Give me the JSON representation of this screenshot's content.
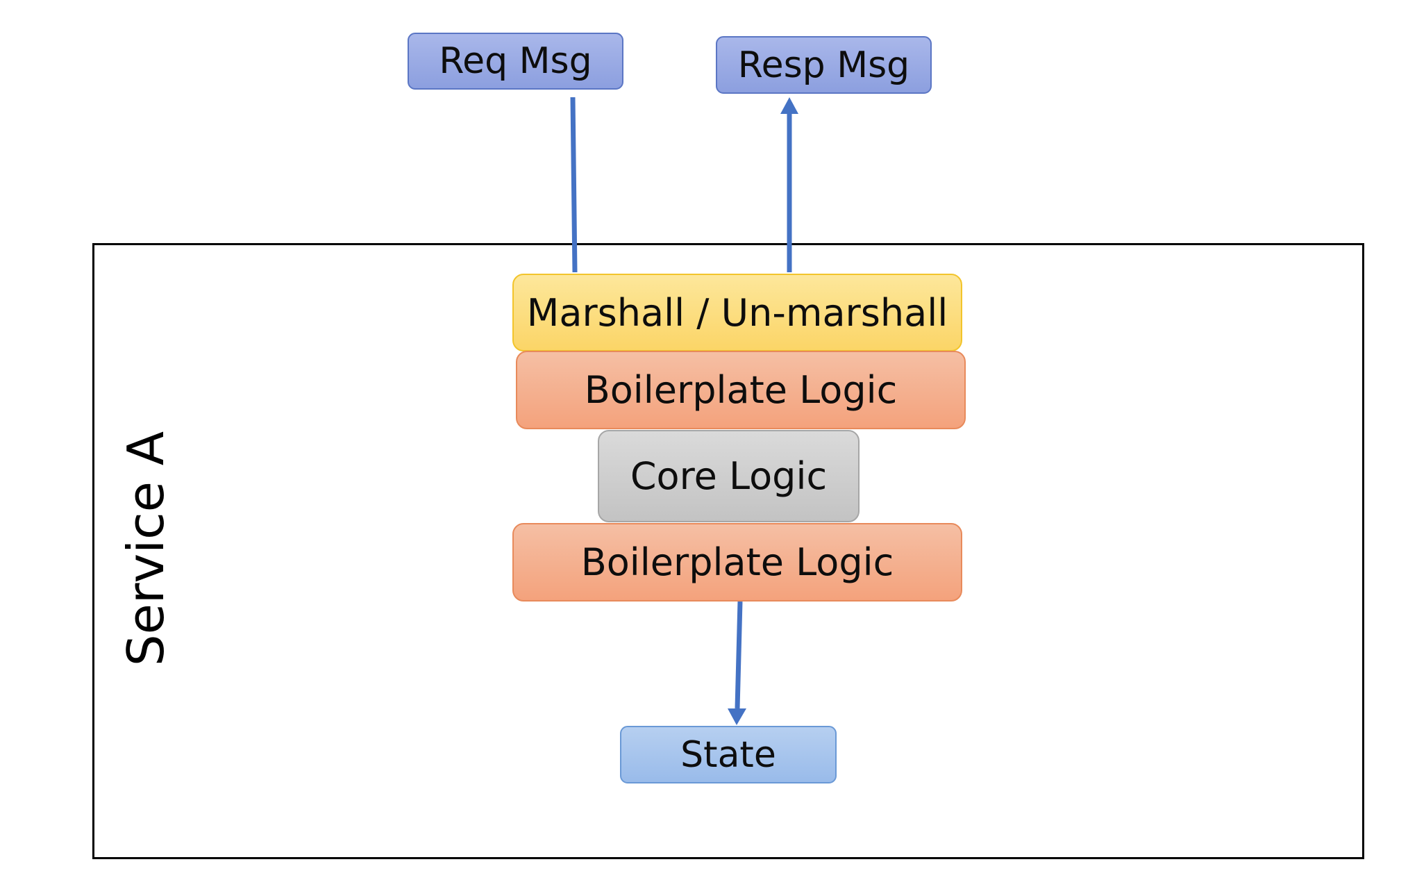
{
  "diagram": {
    "nodes": {
      "req_msg": "Req Msg",
      "resp_msg": "Resp Msg",
      "marshall": "Marshall / Un-marshall",
      "boilerplate_top": "Boilerplate Logic",
      "core": "Core Logic",
      "boilerplate_bottom": "Boilerplate Logic",
      "state": "State"
    },
    "container_label": "Service A",
    "edges": [
      {
        "from": "Req Msg",
        "to": "Marshall / Un-marshall",
        "arrow": false
      },
      {
        "from": "Marshall / Un-marshall",
        "to": "Resp Msg",
        "arrow": true
      },
      {
        "from": "Boilerplate Logic",
        "to": "State",
        "arrow": true
      }
    ],
    "colors": {
      "connector": "#4472c4",
      "message_box": "#8fa2df",
      "marshall_box": "#fcd86e",
      "boilerplate_box": "#f4ad8a",
      "core_box": "#c9c9c9",
      "state_box": "#a1c0eb",
      "container_border": "#000000"
    }
  }
}
